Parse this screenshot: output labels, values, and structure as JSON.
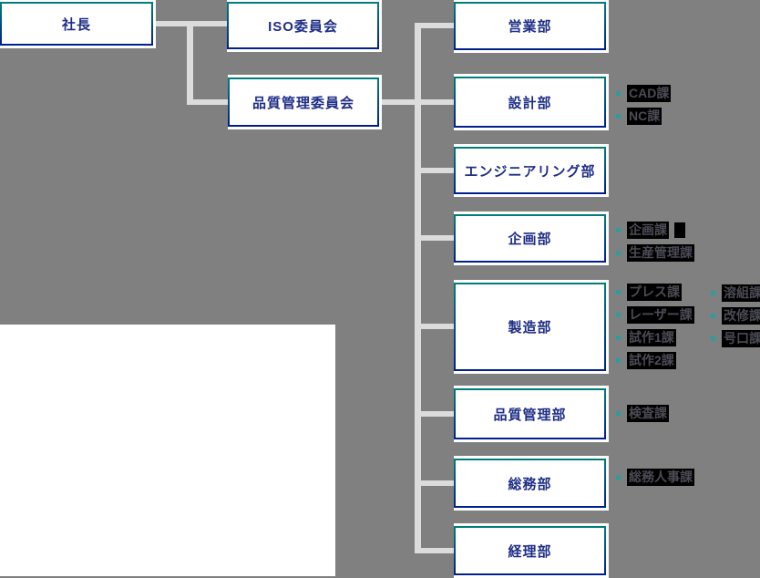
{
  "colors": {
    "page_background": "#808080",
    "panel_background": "#ffffff",
    "connector_line": "#dcdcdc",
    "box_border_top": "#007d7d",
    "box_border_bottom": "#00208d",
    "box_label_text": "#1f2e87",
    "bullet_square": "#2f9b9b",
    "section_highlight_bg": "#000000",
    "section_text": "#4b4b55"
  },
  "chart": {
    "root": "社長",
    "committees": [
      "ISO委員会",
      "品質管理委員会"
    ],
    "departments": [
      "営業部",
      "設計部",
      "エンジニアリング部",
      "企画部",
      "製造部",
      "品質管理部",
      "総務部",
      "経理部"
    ],
    "sections": {
      "design": [
        "CAD課",
        "NC課"
      ],
      "planning": [
        "企画課",
        "生産管理課"
      ],
      "manufacturing_col1": [
        "プレス課",
        "レーザー課",
        "試作1課",
        "試作2課"
      ],
      "manufacturing_col2": [
        "溶組課",
        "改修課",
        "号口課"
      ],
      "quality": [
        "検査課"
      ],
      "general_affairs": [
        "総務人事課"
      ]
    }
  }
}
